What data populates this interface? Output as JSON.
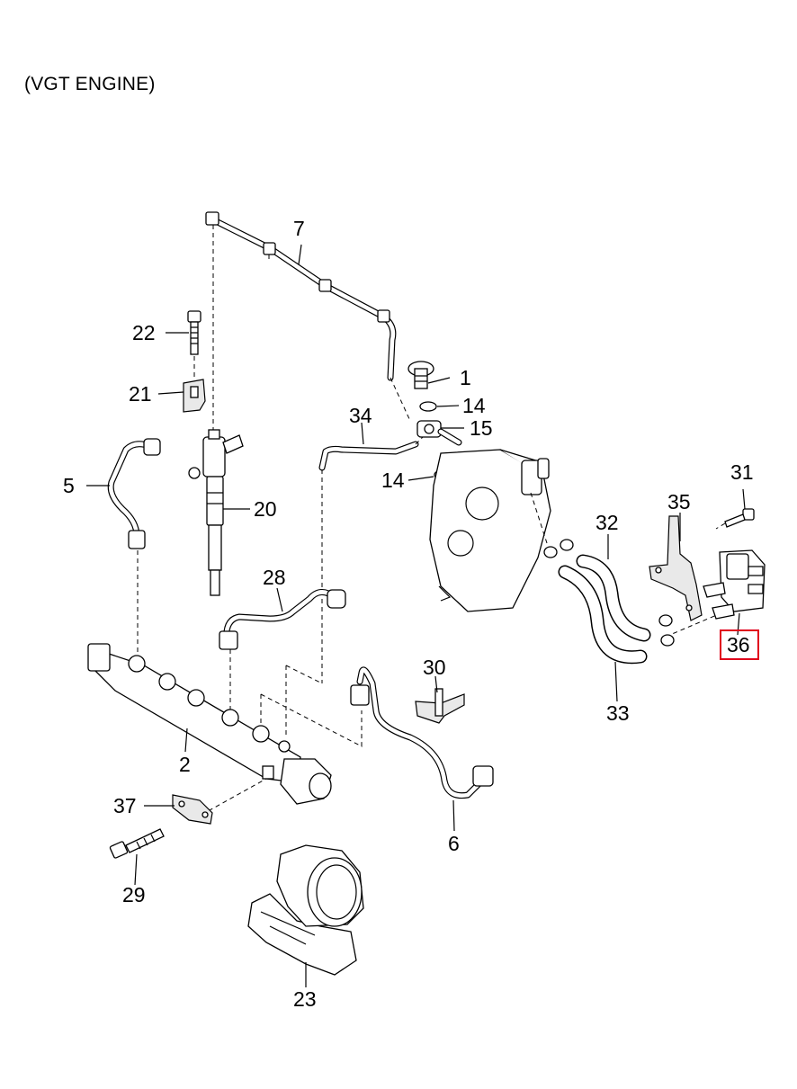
{
  "title": "(VGT ENGINE)",
  "callouts": {
    "p7": "7",
    "p22": "22",
    "p21": "21",
    "p1": "1",
    "p14a": "14",
    "p15": "15",
    "p34": "34",
    "p14b": "14",
    "p5": "5",
    "p20": "20",
    "p31": "31",
    "p35": "35",
    "p32": "32",
    "p28": "28",
    "p36": "36",
    "p30": "30",
    "p33": "33",
    "p2": "2",
    "p37": "37",
    "p6": "6",
    "p29": "29",
    "p23": "23"
  },
  "highlighted_callout": "36",
  "colors": {
    "line": "#000000",
    "highlight": "#e0001b",
    "background": "#ffffff"
  }
}
